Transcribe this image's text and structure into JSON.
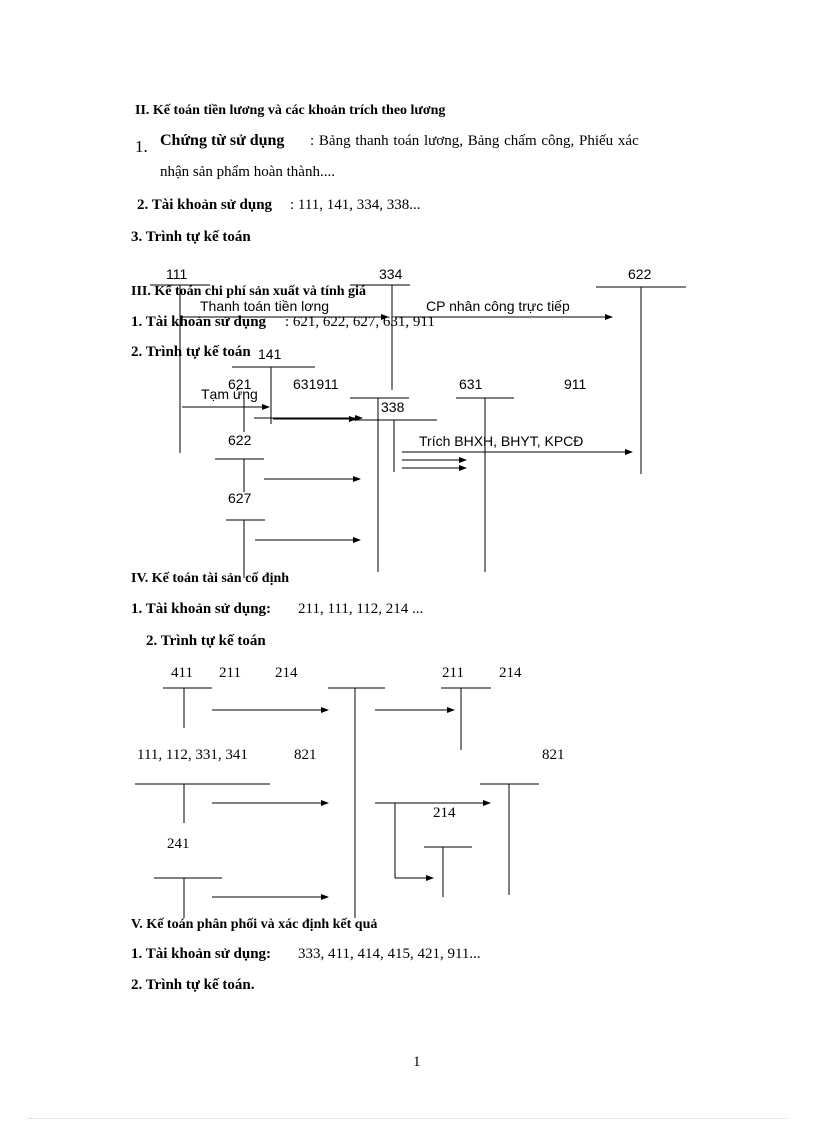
{
  "section2": {
    "heading": "II. Kế toán tiền lương và các khoản trích theo lương",
    "item1_num": "1.",
    "item1_label": "Chứng từ sử dụng",
    "item1_text_a": ": Bảng thanh toán lương, Bảng chấm công, Phiếu xác",
    "item1_text_b": "nhận sản phẩm hoàn thành....",
    "item2_label": "2. Tài khoản sử dụng",
    "item2_text": ": 111, 141, 334, 338...",
    "item3": "3. Trình tự kế toán",
    "diagram": {
      "acc_111": "111",
      "acc_334": "334",
      "acc_622": "622",
      "acc_141": "141",
      "acc_338": "338",
      "label_thanh_toan": "Thanh toán tiền lơng",
      "label_cp_nhan_cong": "CP nhân công trực tiếp",
      "label_tam_ung": "Tạm ứng",
      "label_trich": "Trích BHXH, BHYT, KPCĐ"
    }
  },
  "section3": {
    "heading": "III. Kế toán chi phí sản xuất và tính giá",
    "item1_label": "1. Tài khoản sử dụng",
    "item1_text": ": 621, 622, 627, 631, 911",
    "item2": "2. Trình tự kế toán",
    "diagram": {
      "acc_621": "621",
      "acc_631911": "631911",
      "acc_631": "631",
      "acc_911": "911",
      "acc_622": "622",
      "acc_627": "627"
    }
  },
  "section4": {
    "heading": "IV. Kế toán tài sản cố định",
    "item1_label": "1. Tài khoản sử dụng:",
    "item1_text": "211, 111, 112, 214 ...",
    "item2": "2. Trình tự kế toán",
    "diagram": {
      "acc_411": "411",
      "acc_211_a": "211",
      "acc_214_a": "214",
      "acc_211_b": "211",
      "acc_214_b": "214",
      "acc_111_341": "111, 112, 331, 341",
      "acc_821_a": "821",
      "acc_821_b": "821",
      "acc_214_c": "214",
      "acc_241": "241"
    }
  },
  "section5": {
    "heading": "V. Kế toán phân phối và xác định kết quả",
    "item1_label": "1. Tài khoản sử dụng:",
    "item1_text": "333, 411, 414, 415, 421, 911...",
    "item2": "2. Trình tự kế toán."
  },
  "page_number": "1"
}
